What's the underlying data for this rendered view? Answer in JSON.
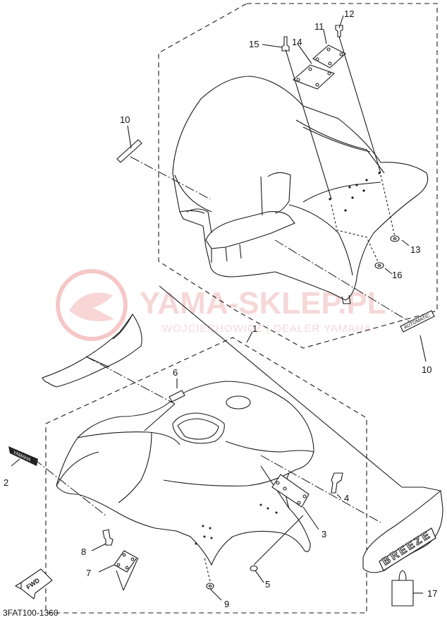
{
  "diagram": {
    "code": "3FAT100-1360",
    "callouts": {
      "c1": "1",
      "c2": "2",
      "c3": "3",
      "c4": "4",
      "c5": "5",
      "c6": "6",
      "c7": "7",
      "c8": "8",
      "c9": "9",
      "c10a": "10",
      "c10b": "10",
      "c11": "11",
      "c12": "12",
      "c13": "13",
      "c14": "14",
      "c15": "15",
      "c16": "16",
      "c17": "17"
    },
    "decals": {
      "yamaha_small": "YAMAHA",
      "automatic": "AUTOMATIC",
      "breeze": "BREEZE",
      "fwd": "FWD"
    }
  },
  "watermark": {
    "brand": "YAMA-SKLEP.PL",
    "tagline": "WOJCIECHOWICZ | DEALER YAMAHA",
    "color": "#e88a8a"
  }
}
